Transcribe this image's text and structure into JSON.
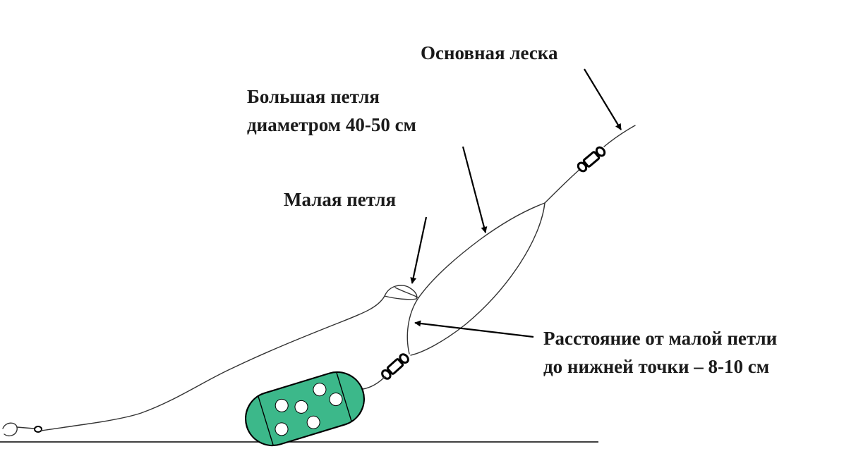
{
  "labels": {
    "main_line": "Основная леска",
    "big_loop_line1": "Большая петля",
    "big_loop_line2": "диаметром 40-50 см",
    "small_loop": "Малая петля",
    "distance_line1": "Расстояние от малой петли",
    "distance_line2": "до нижней точки – 8-10 см"
  },
  "colors": {
    "sinker": "#3cb88a",
    "line": "#333333",
    "text": "#1a1a1a"
  },
  "icons": {
    "hook": "fishing-hook-icon",
    "swivel": "swivel-icon",
    "sinker": "sinker-icon"
  }
}
